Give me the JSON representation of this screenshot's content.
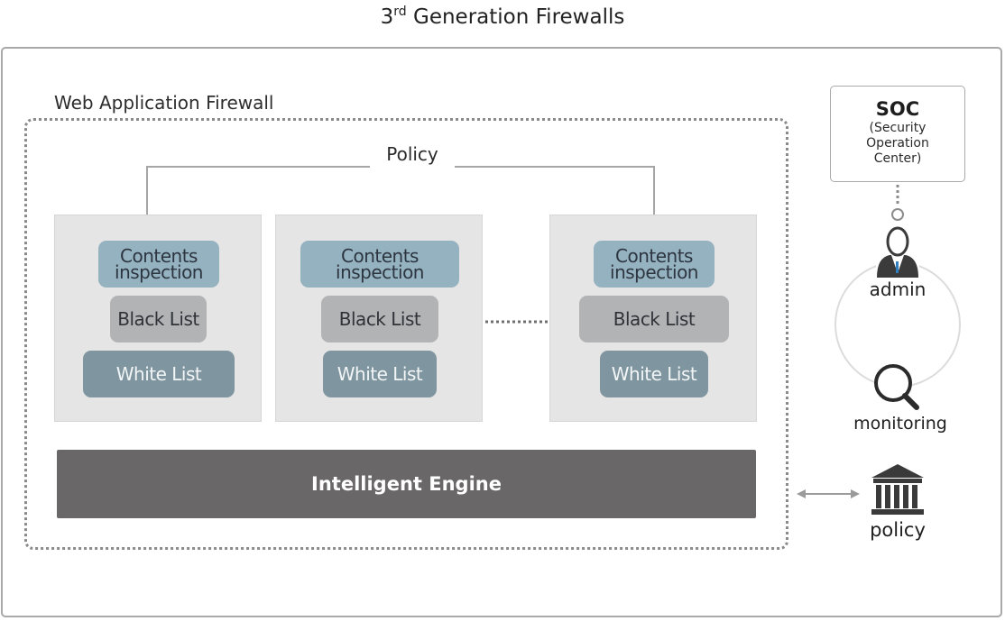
{
  "title": {
    "main": "3",
    "sup": "rd",
    "rest": " Generation Firewalls"
  },
  "waf": {
    "label": "Web Application Firewall",
    "policy_label": "Policy"
  },
  "panels": [
    {
      "contents": "Contents inspection",
      "black": "Black List",
      "white": "White List"
    },
    {
      "contents": "Contents inspection",
      "black": "Black List",
      "white": "White List"
    },
    {
      "contents": "Contents inspection",
      "black": "Black List",
      "white": "White List"
    }
  ],
  "engine": {
    "label": "Intelligent Engine"
  },
  "soc": {
    "title": "SOC",
    "subtitle": "(Security Operation Center)"
  },
  "side": {
    "admin": "admin",
    "monitoring": "monitoring",
    "policy": "policy"
  },
  "icons": {
    "admin": "person-icon",
    "monitoring": "magnifier-icon",
    "policy": "bank-icon"
  },
  "colors": {
    "contents": "#95b2c0",
    "black_list": "#b1b3b5",
    "white_list": "#7f959f",
    "engine": "#696767",
    "panel": "#e5e5e5"
  }
}
